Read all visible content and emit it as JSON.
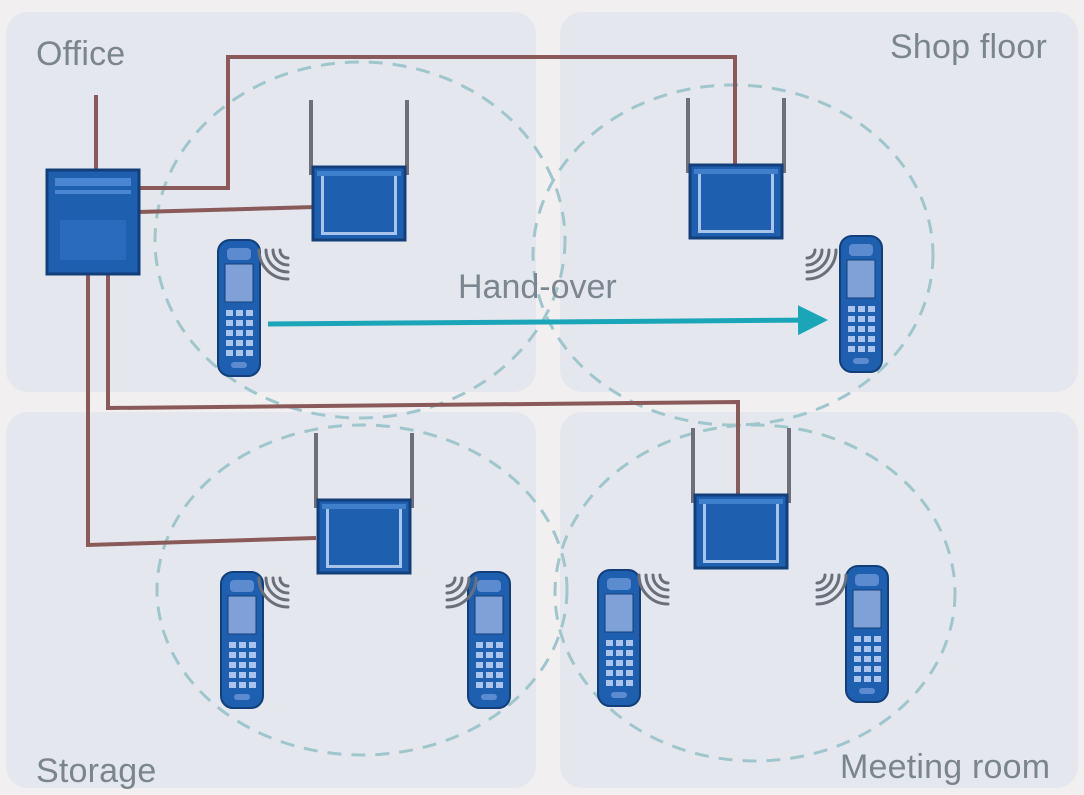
{
  "rooms": {
    "office": "Office",
    "shop_floor": "Shop floor",
    "storage": "Storage",
    "meeting_room": "Meeting room"
  },
  "handover": {
    "label": "Hand-over"
  },
  "colors": {
    "background": "#f1efef",
    "room_panel": "#e4e8ee",
    "device_blue": "#1f5fb0",
    "device_dark": "#123f7a",
    "cable": "#8a5a5a",
    "coverage_ring": "#9fc6cc",
    "handover_arrow": "#1aa6b8",
    "label_gray": "#7b858d"
  },
  "icons": {
    "controller": "dect-base-controller-icon",
    "base_station": "base-station-icon",
    "handset": "handset-icon",
    "signal": "radio-signal-icon"
  }
}
